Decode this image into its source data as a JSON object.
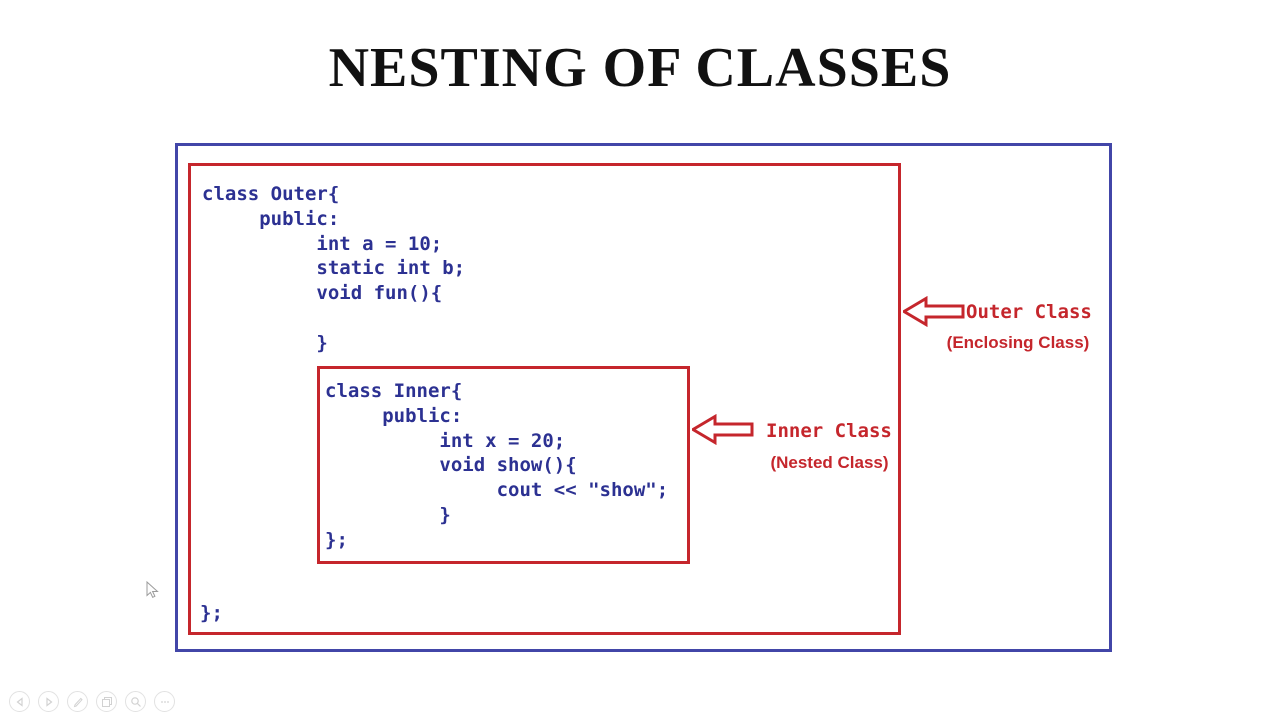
{
  "slide": {
    "title": "NESTING OF CLASSES"
  },
  "diagram": {
    "outer_box": {
      "code": "class Outer{\n     public:\n          int a = 10;\n          static int b;\n          void fun(){\n\n          }",
      "closing": "};"
    },
    "inner_box": {
      "code": "class Inner{\n     public:\n          int x = 20;\n          void show(){\n               cout << \"show\";\n          }\n};"
    },
    "outer_label": {
      "name": "Outer Class",
      "sub": "(Enclosing Class)"
    },
    "inner_label": {
      "name": "Inner Class",
      "sub": "(Nested Class)"
    }
  },
  "colors": {
    "accent_red": "#c5262c",
    "accent_blue": "#4246a8",
    "code_navy": "#2c3192",
    "toolbar_gray": "#d2d2d2"
  },
  "toolbar": {
    "icons": [
      "previous-icon",
      "play-icon",
      "pen-icon",
      "copy-icon",
      "zoom-icon",
      "more-icon"
    ]
  }
}
